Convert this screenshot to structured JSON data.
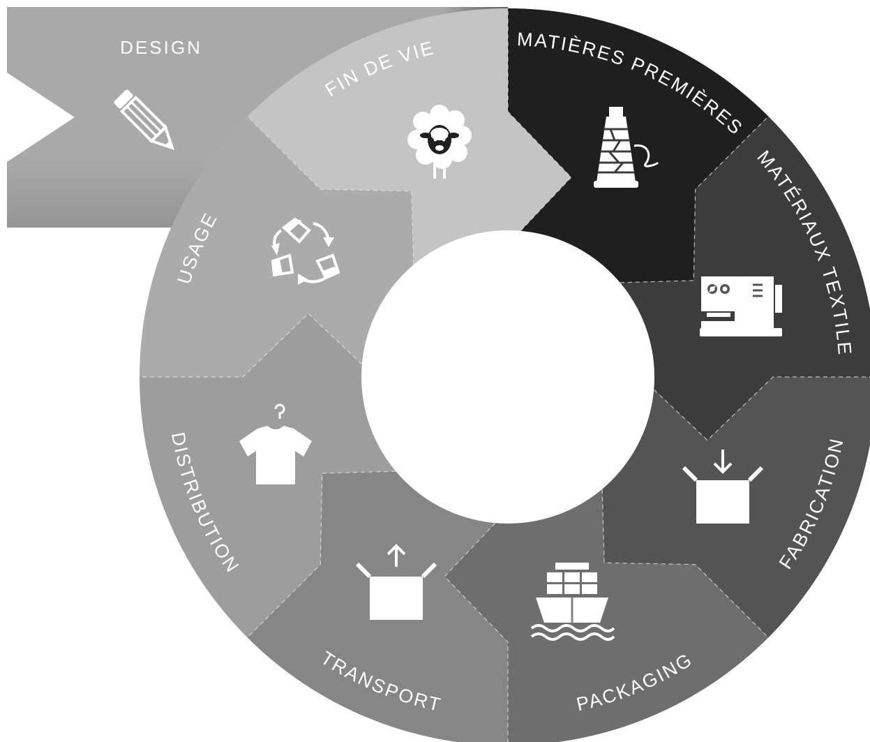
{
  "design": {
    "label": "DESIGN",
    "icon": "pencil-icon",
    "color": "#a9a9a9"
  },
  "stages": [
    {
      "id": "matieres-premieres",
      "label": "MATIÈRES PREMIÈRES",
      "icon": "sheep-icon",
      "color": "#1f1f1f"
    },
    {
      "id": "materiaux-textile",
      "label": "MATÉRIAUX TEXTILE",
      "icon": "thread-spool-icon",
      "color": "#3c3c3c"
    },
    {
      "id": "fabrication",
      "label": "FABRICATION",
      "icon": "sewing-machine-icon",
      "color": "#545454"
    },
    {
      "id": "packaging",
      "label": "PACKAGING",
      "icon": "box-in-icon",
      "color": "#6e6e6e"
    },
    {
      "id": "transport",
      "label": "TRANSPORT",
      "icon": "cargo-ship-icon",
      "color": "#868686"
    },
    {
      "id": "distribution",
      "label": "DISTRIBUTION",
      "icon": "box-out-icon",
      "color": "#9d9d9d"
    },
    {
      "id": "usage",
      "label": "USAGE",
      "icon": "tshirt-hanger-icon",
      "color": "#ababab"
    },
    {
      "id": "fin-de-vie",
      "label": "FIN DE VIE",
      "icon": "recycle-icon",
      "color": "#c4c4c4"
    }
  ]
}
